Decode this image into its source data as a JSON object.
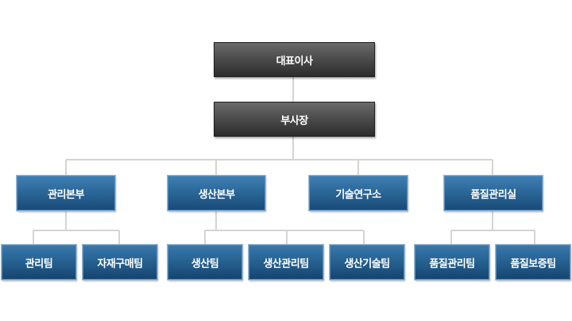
{
  "org": {
    "ceo": "대표이사",
    "vp": "부사장",
    "divisions": [
      {
        "label": "관리본부",
        "teams": [
          "관리팀",
          "자재구매팀"
        ]
      },
      {
        "label": "생산본부",
        "teams": [
          "생산팀",
          "생산관리팀",
          "생산기술팀"
        ]
      },
      {
        "label": "기술연구소",
        "teams": []
      },
      {
        "label": "품질관리실",
        "teams": [
          "품질관리팀",
          "품질보증팀"
        ]
      }
    ]
  },
  "colors": {
    "executive": "#4a4a4a",
    "division": "#2a6596",
    "connector": "#d4d4d4"
  }
}
